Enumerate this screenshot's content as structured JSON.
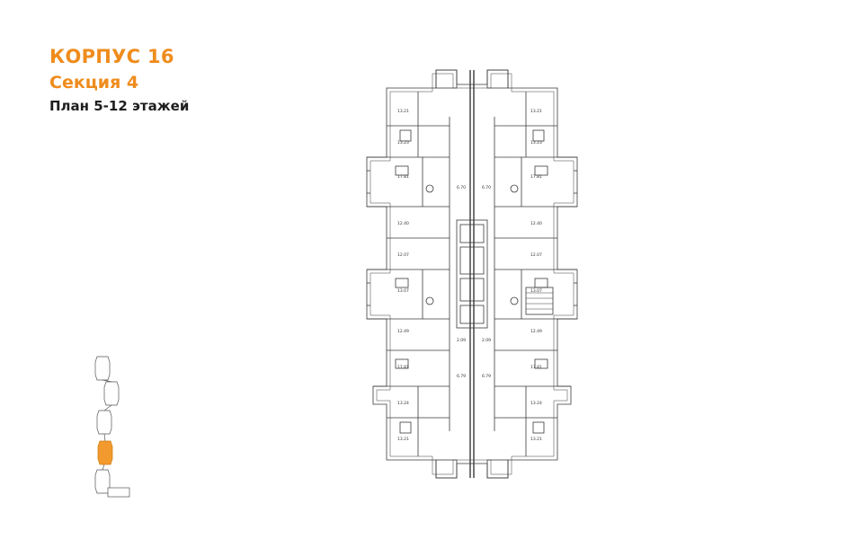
{
  "header": {
    "building": "КОРПУС 16",
    "section": "Секция 4",
    "floors": "План 5-12 этажей"
  },
  "colors": {
    "accent": "#ef8c1d",
    "line": "#3a3a3a",
    "highlight": "#f29a2e"
  },
  "plan": {
    "left_areas": [
      "13.21",
      "13.23",
      "17.81",
      "12.40",
      "12.07",
      "13.07",
      "12.49",
      "17.81",
      "13.24",
      "13.21"
    ],
    "right_areas": [
      "13.21",
      "13.23",
      "17.81",
      "12.40",
      "12.07",
      "13.07",
      "12.49",
      "17.81",
      "13.24",
      "13.21"
    ],
    "core_labels": [
      "6.70",
      "6.70",
      "2.09",
      "2.09",
      "6.79",
      "6.79"
    ]
  }
}
